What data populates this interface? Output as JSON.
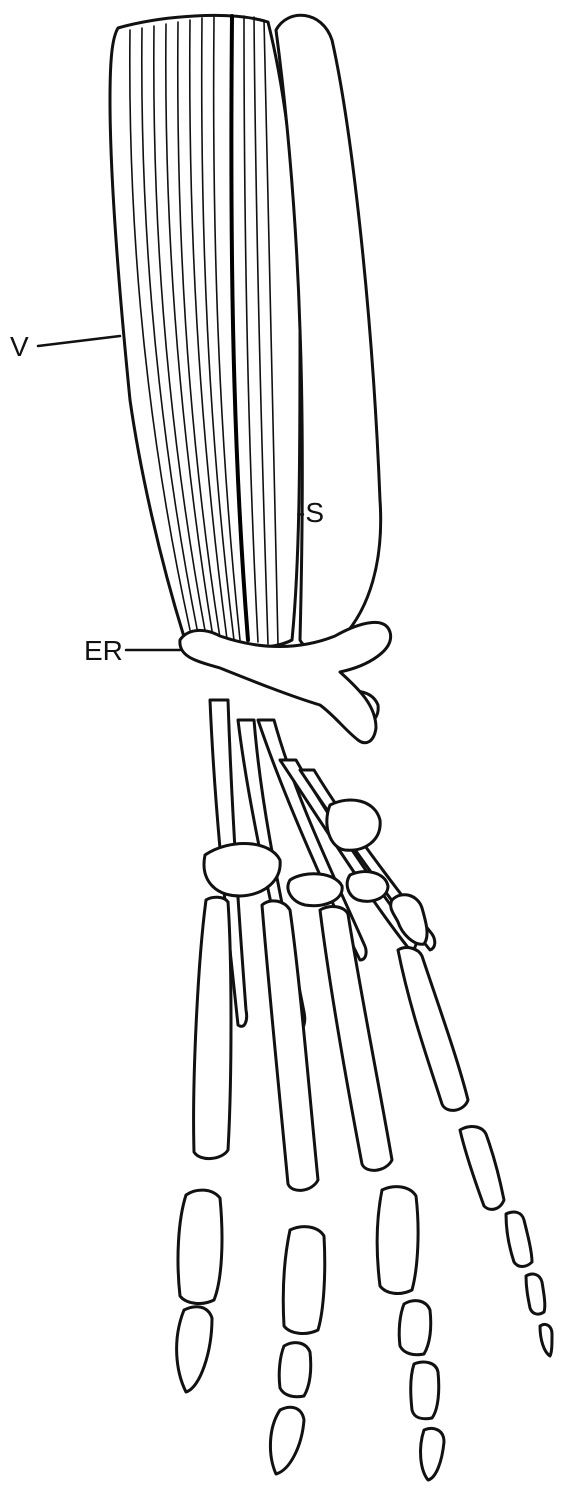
{
  "labels": {
    "v": "V",
    "s": "-S",
    "er": "ER"
  },
  "colors": {
    "line": "#111111",
    "background": "#ffffff"
  }
}
